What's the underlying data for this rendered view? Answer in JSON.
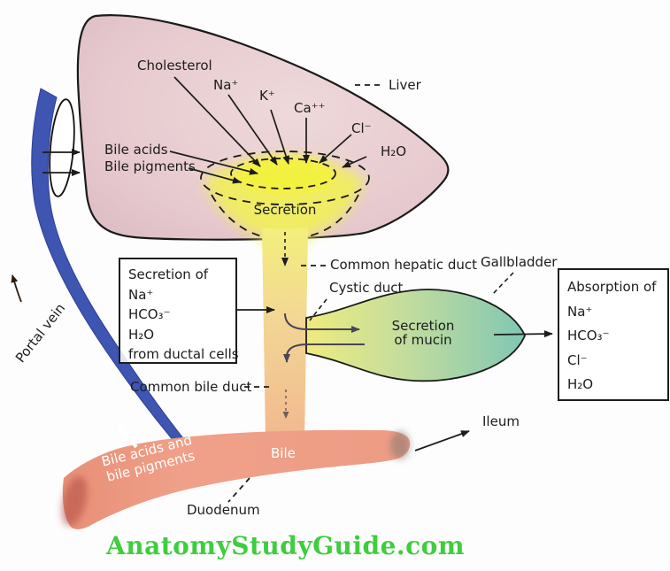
{
  "labels": {
    "cholesterol": "Cholesterol",
    "na": "Na⁺",
    "k": "K⁺",
    "ca": "Ca⁺⁺",
    "cl": "Cl⁻",
    "h2o": "H₂O",
    "bile_acids": "Bile acids",
    "bile_pigments": "Bile pigments",
    "liver": "Liver",
    "secretion": "Secretion",
    "common_hepatic_duct": "Common hepatic duct",
    "cystic_duct": "Cystic duct",
    "gallbladder": "Gallbladder",
    "mucin_line1": "Secretion",
    "mucin_line2": "of mucin",
    "common_bile_duct": "Common bile duct",
    "portal_vein": "Portal vein",
    "bile": "Bile",
    "bile_acids_pigments_1": "Bile acids and",
    "bile_acids_pigments_2": "bile pigments",
    "duodenum": "Duodenum",
    "ileum": "Ileum"
  },
  "secretion_box": {
    "lines": [
      "Secretion of",
      "Na⁺",
      "HCO₃⁻",
      "H₂O",
      "from ductal cells"
    ]
  },
  "absorption_box": {
    "lines": [
      "Absorption of",
      "Na⁺",
      "HCO₃⁻",
      "Cl⁻",
      "H₂O"
    ]
  },
  "footer": {
    "brand": "AnatomyStudyGuide.com"
  },
  "colors": {
    "liver_pink": "#e7cdd1",
    "secretion_yellow": "#f2ef5e",
    "duct_orange": "#f2bb92",
    "gallbladder_teal": "#82c8b4",
    "duodenum_salmon": "#ef9d85",
    "portal_vein_blue": "#3f55b2",
    "brand_green": "#3ecd3e"
  }
}
